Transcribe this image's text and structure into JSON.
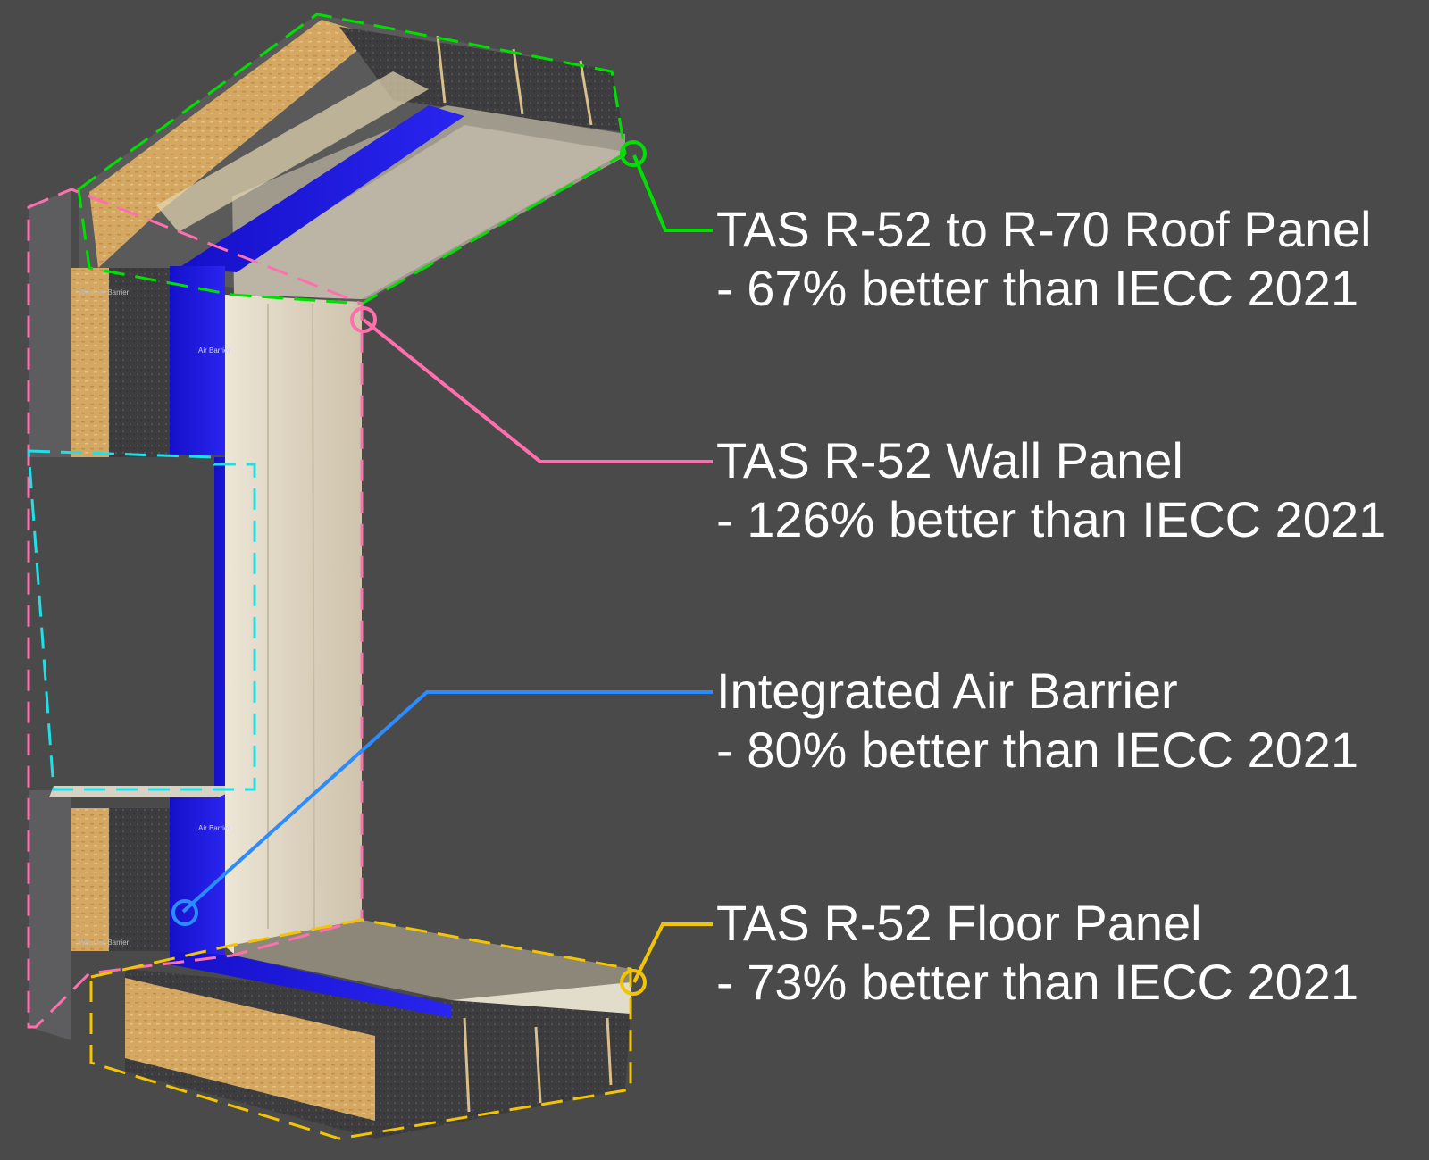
{
  "background_color": "#4a4a4a",
  "callouts": [
    {
      "title": "TAS R-52 to R-70 Roof Panel",
      "subtitle": "- 67% better than IECC 2021",
      "color": "#00e000"
    },
    {
      "title": "TAS R-52 Wall Panel",
      "subtitle": "- 126% better than IECC 2021",
      "color": "#ff6fae"
    },
    {
      "title": "Integrated Air Barrier",
      "subtitle": "- 80% better than IECC 2021",
      "color": "#2b8cff"
    },
    {
      "title": "TAS R-52 Floor Panel",
      "subtitle": "- 73% better than IECC 2021",
      "color": "#f2c500"
    }
  ],
  "legend_colors": {
    "window_outline": "#1fe0e6",
    "air_barrier": "#1a17d8",
    "insulation": "#d8a95c",
    "clt_wood": "#dcd3c3",
    "mineral_wool": "#3e3e40"
  },
  "membrane_text": [
    "Air Barrier",
    "Weather Barrier"
  ]
}
